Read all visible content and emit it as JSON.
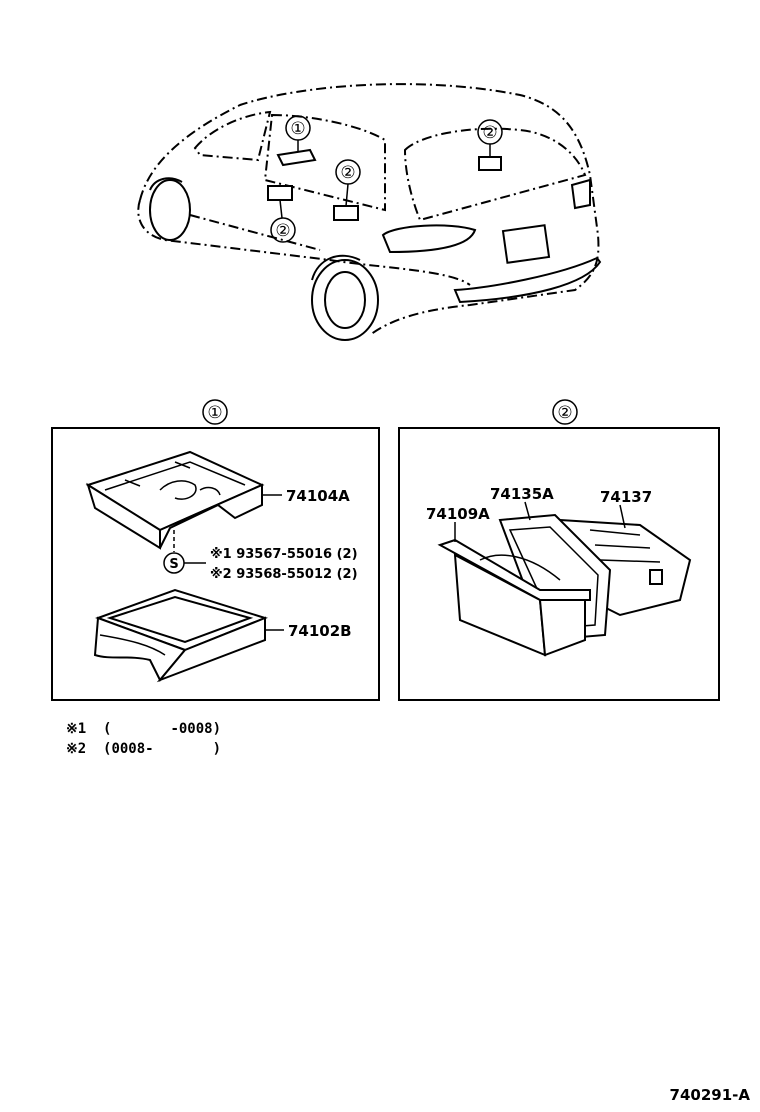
{
  "callouts": {
    "one": "①",
    "two": "②"
  },
  "panel1": {
    "title": "①",
    "parts": {
      "cover": "74104A",
      "tray": "74102B"
    },
    "screw_symbol": "S",
    "screw_notes": [
      "※1 93567-55016 (2)",
      "※2 93568-55012 (2)"
    ]
  },
  "panel2": {
    "title": "②",
    "parts": {
      "ashtray": "74109A",
      "bezel": "74135A",
      "housing": "74137"
    }
  },
  "footnotes": [
    "※1  (       -0008)",
    "※2  (0008-       )"
  ],
  "figure_id": "740291-A"
}
